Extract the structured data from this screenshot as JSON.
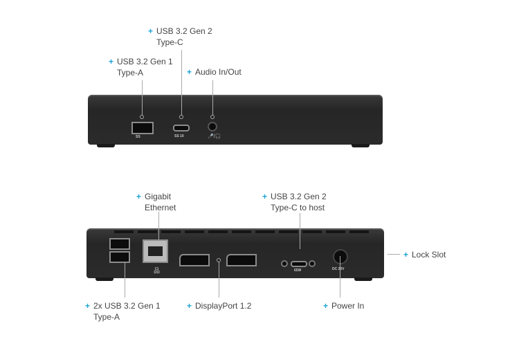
{
  "front": {
    "labels": [
      {
        "line1": "USB 3.2 Gen 2",
        "line2": "Type-C"
      },
      {
        "line1": "USB 3.2 Gen 1",
        "line2": "Type-A"
      },
      {
        "line1": "Audio In/Out"
      }
    ],
    "markings": {
      "usb_a": "SS",
      "usb_c": "SS 10"
    }
  },
  "back": {
    "labels": [
      {
        "line1": "Gigabit",
        "line2": "Ethernet"
      },
      {
        "line1": "USB 3.2 Gen 2",
        "line2": "Type-C to host"
      },
      {
        "line1": "Lock Slot"
      },
      {
        "line1": "2x USB 3.2 Gen 1",
        "line2": "Type-A"
      },
      {
        "line1": "DisplayPort 1.2"
      },
      {
        "line1": "Power In"
      }
    ],
    "markings": {
      "usb_c": "65W",
      "dc": "DC 20V"
    }
  },
  "plus": "+",
  "colors": {
    "accent": "#1aa3d6",
    "device": "#2b2b2b"
  }
}
